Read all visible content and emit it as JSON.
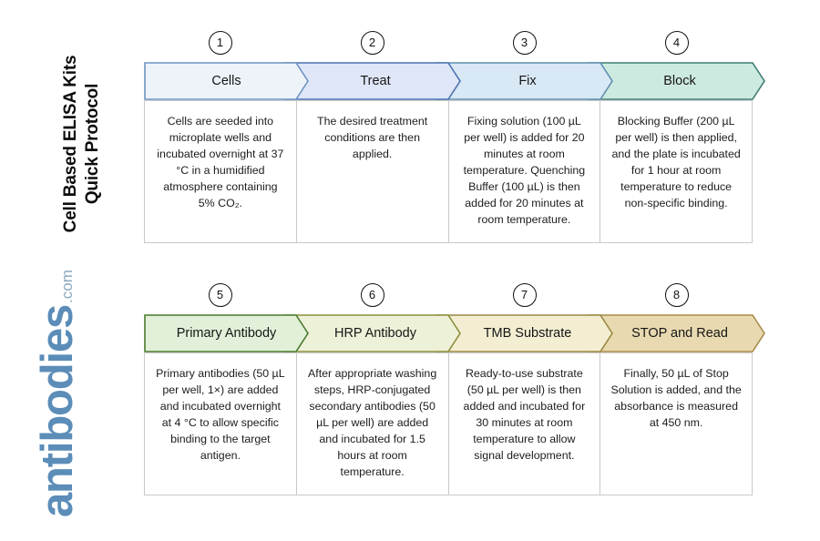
{
  "header": {
    "title_line_1": "Cell Based ELISA Kits",
    "title_line_2": "Quick Protocol"
  },
  "logo": {
    "name": "antibodies",
    "tld": ".com",
    "color": "#5b8db8"
  },
  "rows": [
    {
      "id": "row-1",
      "steps": [
        {
          "number": "1",
          "label": "Cells",
          "fill": "#eef3fa",
          "stroke": "#6e93c0",
          "text": "Cells are seeded into microplate wells and incubated overnight at 37 °C in a humidified atmosphere containing 5% CO₂."
        },
        {
          "number": "2",
          "label": "Treat",
          "fill": "#dee6f7",
          "stroke": "#4a72ad",
          "text": "The desired treatment conditions are then applied."
        },
        {
          "number": "3",
          "label": "Fix",
          "fill": "#d8e8f5",
          "stroke": "#5f8eaf",
          "text": "Fixing solution (100 µL per well) is added for 20 minutes at room temperature. Quenching Buffer (100 µL) is then added for 20 minutes at room temperature."
        },
        {
          "number": "4",
          "label": "Block",
          "fill": "#cdeae1",
          "stroke": "#3e7d72",
          "text": "Blocking Buffer (200 µL per well) is then applied, and the plate is incubated for 1 hour at room temperature to reduce non-specific binding."
        }
      ]
    },
    {
      "id": "row-2",
      "steps": [
        {
          "number": "5",
          "label": "Primary Antibody",
          "fill": "#e2f0d9",
          "stroke": "#4a7a2e",
          "text": "Primary antibodies (50 µL per well, 1×) are added and incubated overnight at 4 °C to allow specific binding to the target antigen."
        },
        {
          "number": "6",
          "label": "HRP Antibody",
          "fill": "#edf1d8",
          "stroke": "#8c8f3c",
          "text": "After appropriate washing steps, HRP-conjugated secondary antibodies (50 µL per well) are added and incubated for 1.5 hours at room temperature."
        },
        {
          "number": "7",
          "label": "TMB Substrate",
          "fill": "#f3eed2",
          "stroke": "#9a8843",
          "text": "Ready-to-use substrate (50 µL per well) is then added and incubated for 30 minutes at room temperature to allow signal development."
        },
        {
          "number": "8",
          "label": "STOP and Read",
          "fill": "#e8d9b0",
          "stroke": "#a88c4a",
          "text": "Finally, 50 µL of Stop Solution is added, and the absorbance is measured at 450 nm."
        }
      ]
    }
  ]
}
